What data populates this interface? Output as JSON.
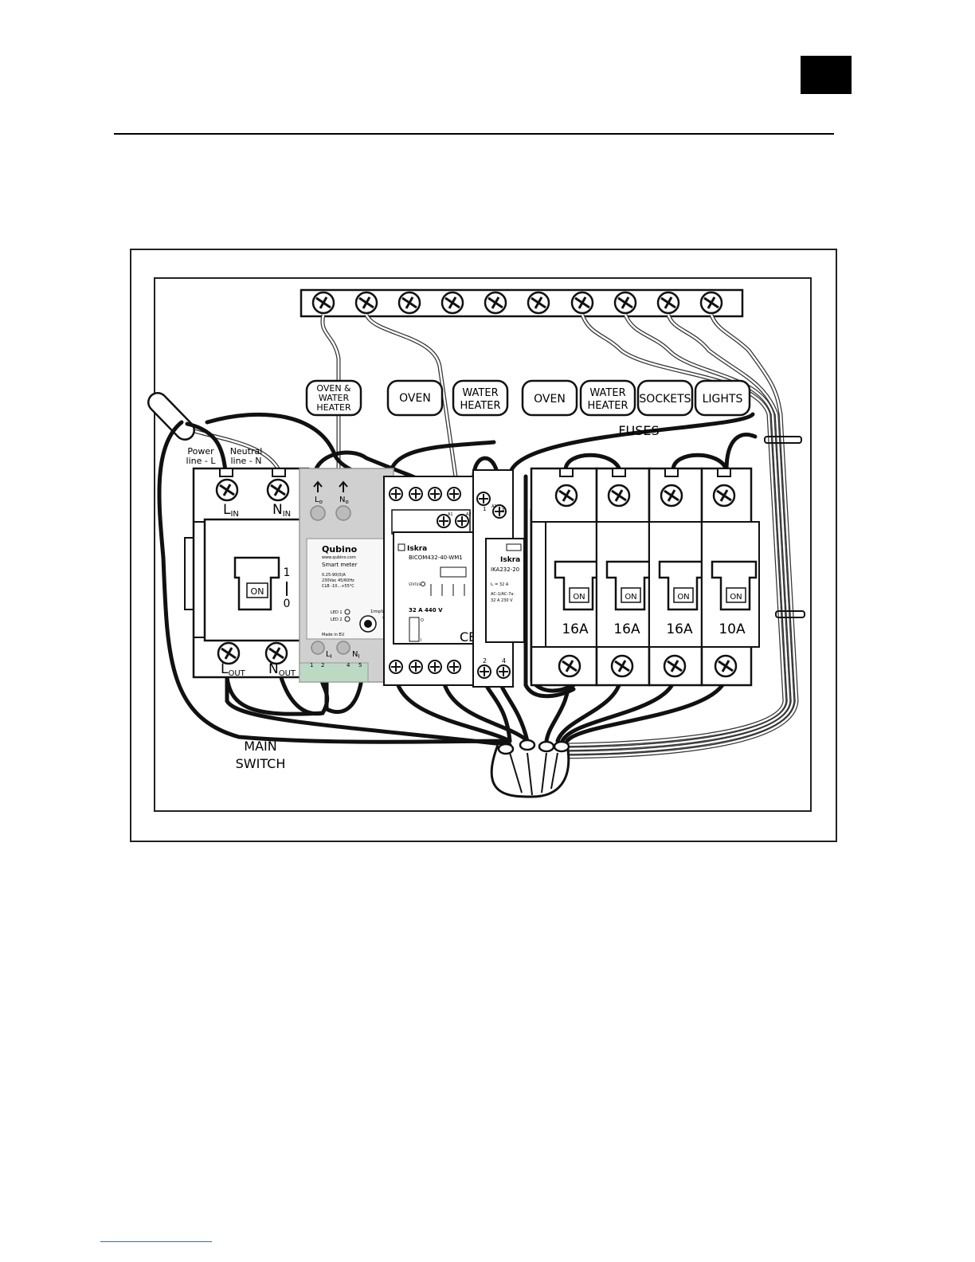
{
  "fuse_labels": {
    "oven_water_heater": [
      "OVEN &",
      "WATER",
      "HEATER"
    ],
    "oven": "OVEN",
    "water_heater": [
      "WATER",
      "HEATER"
    ],
    "oven2": "OVEN",
    "water_heater2": [
      "WATER",
      "HEATER"
    ],
    "sockets": "SOCKETS",
    "lights": "LIGHTS",
    "fuses_caption": "FUSES"
  },
  "main_switch": {
    "power_line": [
      "Power",
      "line - L"
    ],
    "neutral_line": [
      "Neutral",
      "line - N"
    ],
    "l_in": "L",
    "l_in_sub": "IN",
    "n_in": "N",
    "n_in_sub": "IN",
    "l_out": "L",
    "l_out_sub": "OUT",
    "n_out": "N",
    "n_out_sub": "OUT",
    "on": "ON",
    "one": "1",
    "zero": "0",
    "caption": [
      "MAIN",
      "SWITCH"
    ]
  },
  "qubino": {
    "lo": "L",
    "lo_sub": "o",
    "no": "N",
    "no_sub": "o",
    "brand": "Qubino",
    "url": "www.qubino.com",
    "product": "Smart meter",
    "spec1": "0.25-90(0)A",
    "spec2": "230Vac 45/60Hz",
    "spec3": "CLB -10...+55°C",
    "led1": "LED 1",
    "led2": "LED 2",
    "imp": "1imp/Wh",
    "made": "Made in EU",
    "li": "L",
    "li_sub": "I",
    "ni": "N",
    "ni_sub": "I",
    "terminals": [
      "1",
      "2",
      "4",
      "5"
    ]
  },
  "iskra_contactor": {
    "brand": "Iskra",
    "model": "BICOM432-40-WM1",
    "status": "STATUS",
    "a1": "A1",
    "a2": "A2",
    "rating": "32 A 440 V",
    "o": "O",
    "i": "I",
    "ce": "CE"
  },
  "iskra_relay": {
    "brand": "Iskra",
    "model": "IKA232-20",
    "top_nums": [
      "1",
      "A1",
      "3"
    ],
    "spec1": "Iₑ = 32 A",
    "spec2": "AC-1/AC-7a:",
    "spec3": "32 A 230 V",
    "bottom_nums": [
      "2",
      "4"
    ]
  },
  "breakers": [
    {
      "rating": "16A",
      "state": "ON"
    },
    {
      "rating": "16A",
      "state": "ON"
    },
    {
      "rating": "16A",
      "state": "ON"
    },
    {
      "rating": "10A",
      "state": "ON"
    }
  ]
}
